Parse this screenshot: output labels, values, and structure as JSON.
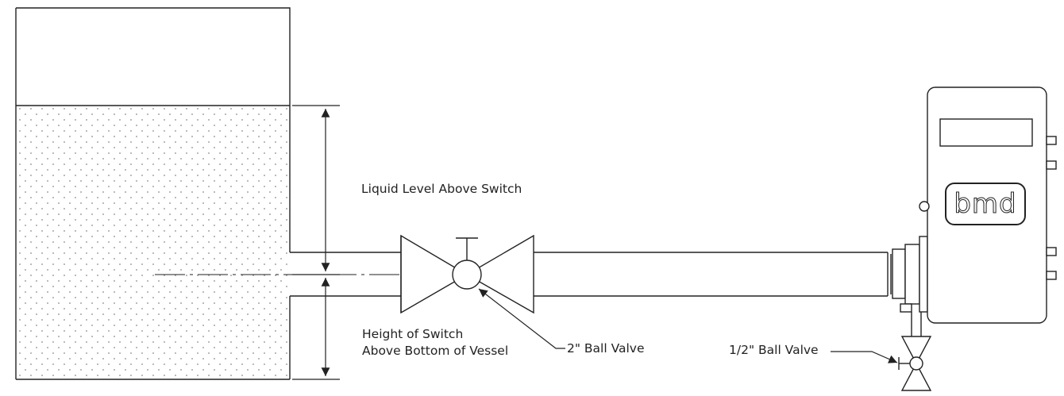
{
  "labels": {
    "liquid_level": "Liquid Level Above Switch",
    "switch_height_line1": "Height of Switch",
    "switch_height_line2": "Above Bottom of Vessel",
    "main_valve": "2\" Ball Valve",
    "drain_valve": "1/2\" Ball Valve"
  },
  "logo": {
    "text": "bmd"
  },
  "colors": {
    "line": "#222222",
    "stipple": "#8a8a8a",
    "background": "#ffffff"
  }
}
